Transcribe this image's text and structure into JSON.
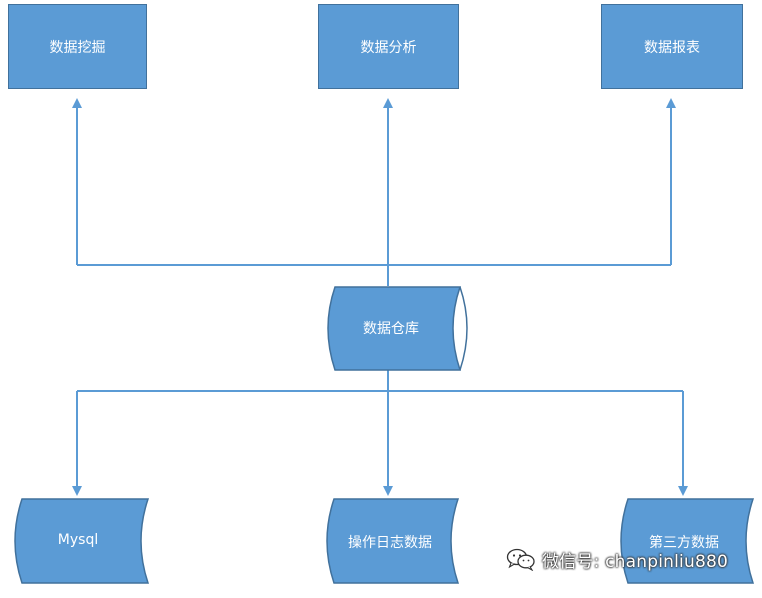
{
  "top_boxes": {
    "mining": "数据挖掘",
    "analysis": "数据分析",
    "report": "数据报表"
  },
  "warehouse": "数据仓库",
  "sources": {
    "mysql": "Mysql",
    "logs": "操作日志数据",
    "third_party": "第三方数据"
  },
  "watermark": "微信号: chanpinliu880",
  "colors": {
    "fill": "#5b9bd5",
    "stroke": "#41719c",
    "text": "#ffffff"
  }
}
